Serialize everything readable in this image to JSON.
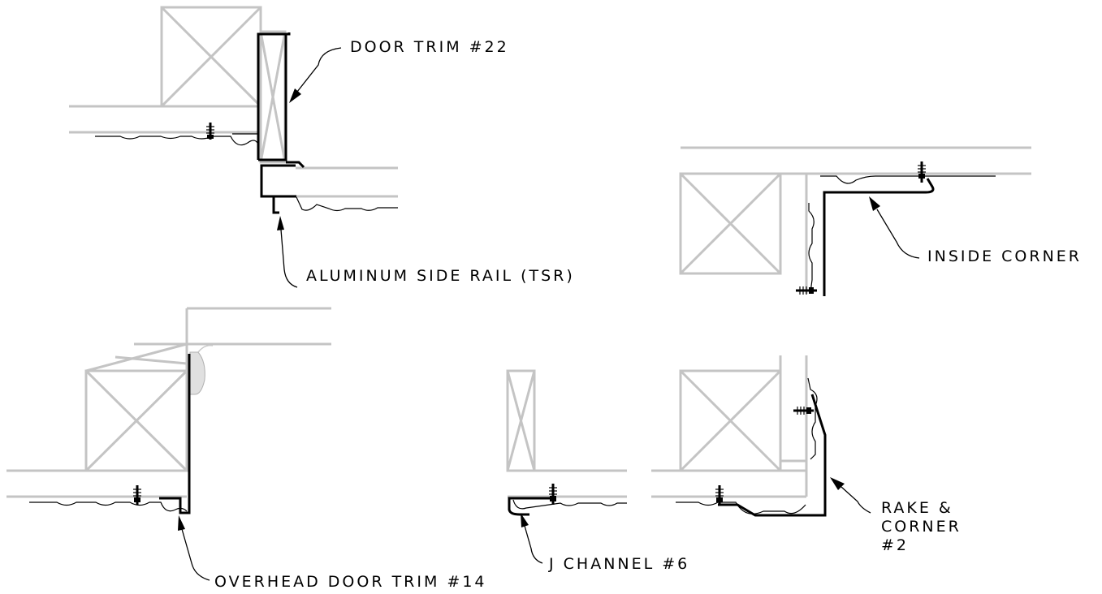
{
  "labels": {
    "door_trim": "DOOR TRIM #22",
    "side_rail": "ALUMINUM SIDE RAIL (TSR)",
    "inside_corner": "INSIDE CORNER",
    "overhead_door_trim": "OVERHEAD DOOR TRIM #14",
    "j_channel": "J CHANNEL #6",
    "rake_corner_line1": "RAKE &",
    "rake_corner_line2": "CORNER",
    "rake_corner_line3": "#2"
  },
  "colors": {
    "framing": "#c4c4c4",
    "trim": "#000000",
    "background": "#ffffff"
  }
}
